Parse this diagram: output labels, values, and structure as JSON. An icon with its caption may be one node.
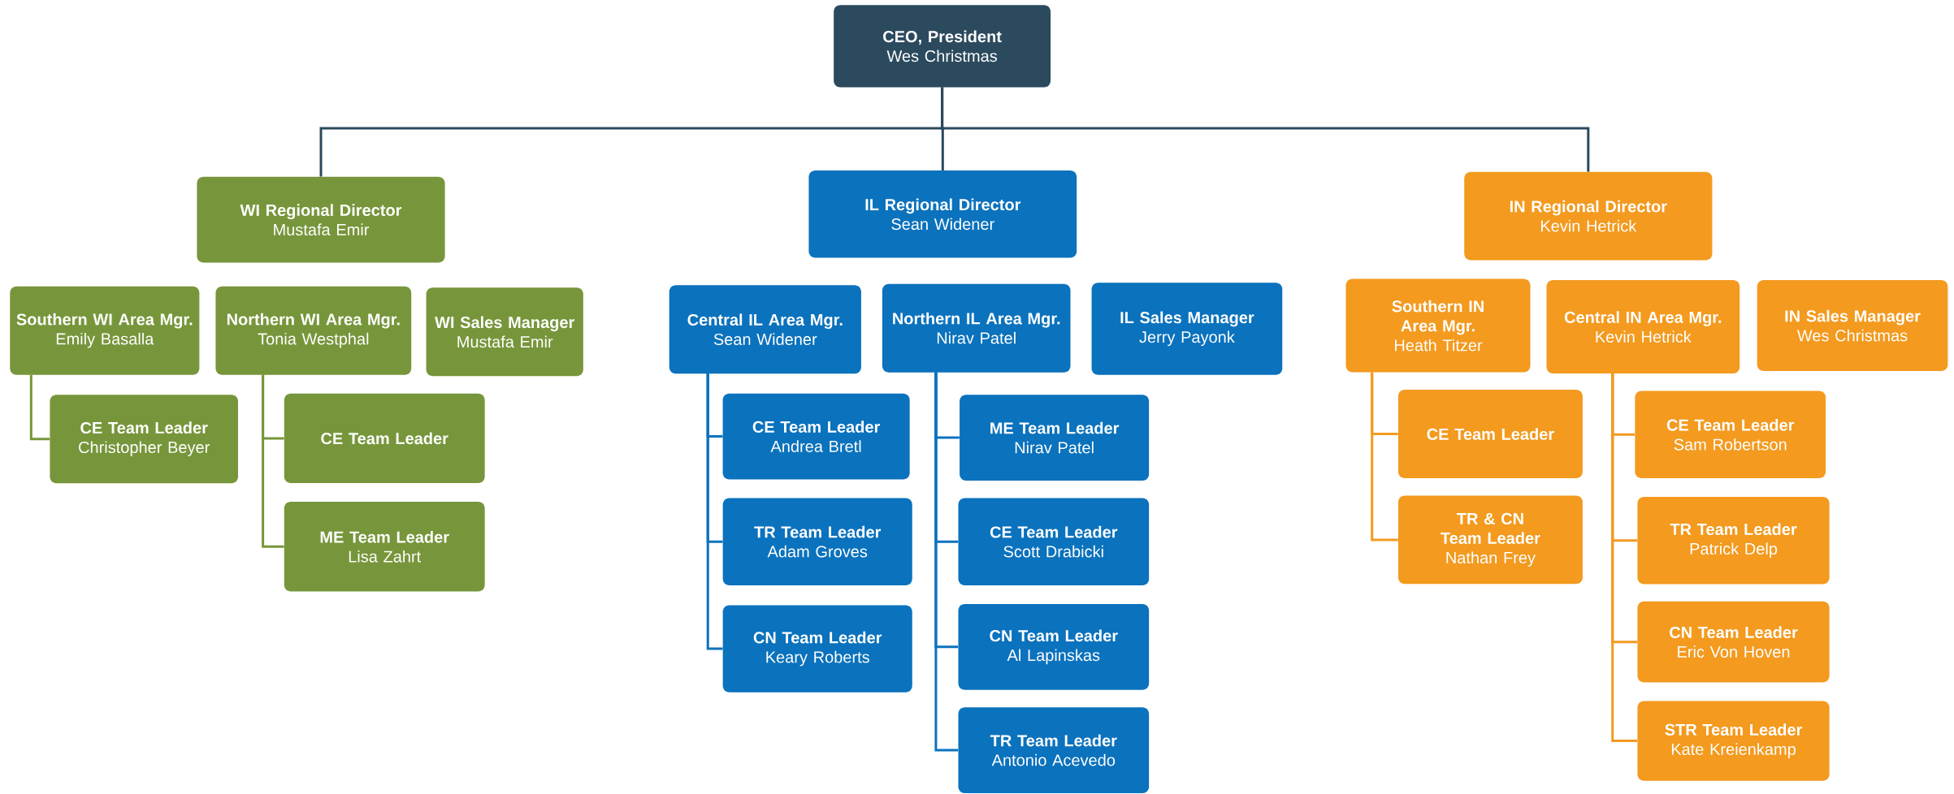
{
  "diagram": {
    "nodes": [
      {
        "text": [
          "CEO, President",
          "Wes Christmas"
        ]
      },
      {
        "text": [
          "WI Regional Director",
          "Mustafa Emir"
        ]
      },
      {
        "text": [
          "IL Regional Director",
          "Sean Widener"
        ]
      },
      {
        "text": [
          "IN Regional Director",
          "Kevin Hetrick"
        ]
      },
      {
        "text": [
          "Southern WI Area Mgr.",
          "Emily Basalla"
        ]
      },
      {
        "text": [
          "Northern WI Area Mgr.",
          "Tonia Westphal"
        ]
      },
      {
        "text": [
          "WI Sales Manager",
          "Mustafa Emir"
        ]
      },
      {
        "text": [
          "CE Team Leader",
          "Christopher Beyer"
        ]
      },
      {
        "text": [
          "CE Team Leader"
        ]
      },
      {
        "text": [
          "ME Team Leader",
          "Lisa Zahrt"
        ]
      },
      {
        "text": [
          "Central IL Area Mgr.",
          "Sean Widener"
        ]
      },
      {
        "text": [
          "Northern IL Area Mgr.",
          "Nirav Patel"
        ]
      },
      {
        "text": [
          "IL Sales Manager",
          "Jerry Payonk"
        ]
      },
      {
        "text": [
          "CE Team Leader",
          "Andrea Bretl"
        ]
      },
      {
        "text": [
          "TR Team Leader",
          "Adam Groves"
        ]
      },
      {
        "text": [
          "CN Team Leader",
          "Keary Roberts"
        ]
      },
      {
        "text": [
          "ME Team Leader",
          "Nirav Patel"
        ]
      },
      {
        "text": [
          "CE Team Leader",
          "Scott Drabicki"
        ]
      },
      {
        "text": [
          "CN Team Leader",
          "Al Lapinskas"
        ]
      },
      {
        "text": [
          "TR Team Leader",
          "Antonio Acevedo"
        ]
      },
      {
        "text": [
          "Southern IN Area Mgr.",
          "Heath Titzer"
        ]
      },
      {
        "text": [
          "Central IN Area Mgr.",
          "Kevin Hetrick"
        ]
      },
      {
        "text": [
          "IN Sales Manager",
          "Wes Christmas"
        ]
      },
      {
        "text": [
          "CE Team Leader"
        ]
      },
      {
        "text": [
          "TR & CN Team Leader",
          "Nathan Frey"
        ]
      },
      {
        "text": [
          "CE Team Leader",
          "Sam Robertson"
        ]
      },
      {
        "text": [
          "TR Team Leader",
          "Patrick Delp"
        ]
      },
      {
        "text": [
          "CN Team Leader",
          "Eric Von Hoven"
        ]
      },
      {
        "text": [
          "STR Team Leader",
          "Kate Kreienkamp"
        ]
      }
    ],
    "edges": [
      {
        "from": 0,
        "to": 1,
        "arrow": "none",
        "color": "#2c4a5e"
      },
      {
        "from": 0,
        "to": 2,
        "arrow": "none",
        "color": "#2c4a5e"
      },
      {
        "from": 0,
        "to": 3,
        "arrow": "none",
        "color": "#2c4a5e"
      },
      {
        "from": 4,
        "to": 7,
        "arrow": "none",
        "color": "#77963b"
      },
      {
        "from": 5,
        "to": 8,
        "arrow": "none",
        "color": "#77963b"
      },
      {
        "from": 5,
        "to": 9,
        "arrow": "none",
        "color": "#77963b"
      },
      {
        "from": 10,
        "to": 13,
        "arrow": "none",
        "color": "#0b72bd"
      },
      {
        "from": 10,
        "to": 14,
        "arrow": "none",
        "color": "#0b72bd"
      },
      {
        "from": 10,
        "to": 15,
        "arrow": "none",
        "color": "#0b72bd"
      },
      {
        "from": 11,
        "to": 16,
        "arrow": "none",
        "color": "#0b72bd"
      },
      {
        "from": 11,
        "to": 17,
        "arrow": "none",
        "color": "#0b72bd"
      },
      {
        "from": 11,
        "to": 18,
        "arrow": "none",
        "color": "#0b72bd"
      },
      {
        "from": 11,
        "to": 19,
        "arrow": "none",
        "color": "#0b72bd"
      },
      {
        "from": 20,
        "to": 23,
        "arrow": "none",
        "color": "#f39a1f"
      },
      {
        "from": 20,
        "to": 24,
        "arrow": "none",
        "color": "#f39a1f"
      },
      {
        "from": 21,
        "to": 25,
        "arrow": "none",
        "color": "#f39a1f"
      },
      {
        "from": 21,
        "to": 26,
        "arrow": "none",
        "color": "#f39a1f"
      },
      {
        "from": 21,
        "to": 27,
        "arrow": "none",
        "color": "#f39a1f"
      },
      {
        "from": 21,
        "to": 28,
        "arrow": "none",
        "color": "#f39a1f"
      }
    ]
  }
}
